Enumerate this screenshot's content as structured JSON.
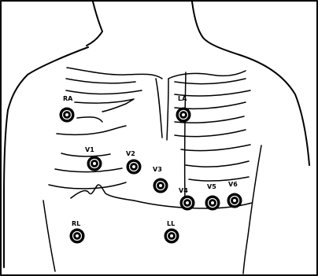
{
  "colors": {
    "ink": "#000000",
    "paper": "#ffffff"
  },
  "electrodes": {
    "ra": {
      "label": "RA"
    },
    "la": {
      "label": "LA"
    },
    "v1": {
      "label": "V1"
    },
    "v2": {
      "label": "V2"
    },
    "v3": {
      "label": "V3"
    },
    "v4": {
      "label": "V4"
    },
    "v5": {
      "label": "V5"
    },
    "v6": {
      "label": "V6"
    },
    "rl": {
      "label": "RL"
    },
    "ll": {
      "label": "LL"
    }
  }
}
